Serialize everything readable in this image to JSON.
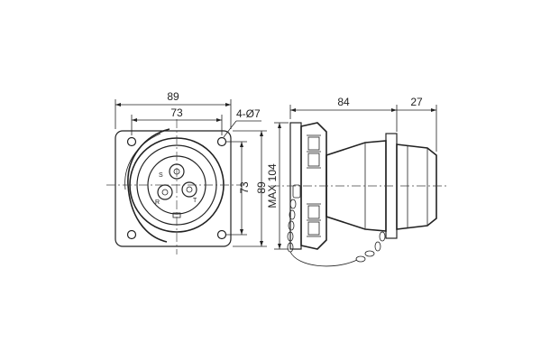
{
  "drawing": {
    "front_view": {
      "width_outer_label": "89",
      "width_inner_label": "73",
      "hole_label": "4-Ø7",
      "height_inner_label": "73",
      "height_outer_label": "89"
    },
    "side_view": {
      "length_label": "84",
      "cap_label": "27",
      "max_height_label": "MAX 104"
    },
    "pin_labels": {
      "left": "R",
      "top": "S",
      "right": "T"
    },
    "colors": {
      "line": "#222222",
      "background": "#ffffff"
    }
  }
}
